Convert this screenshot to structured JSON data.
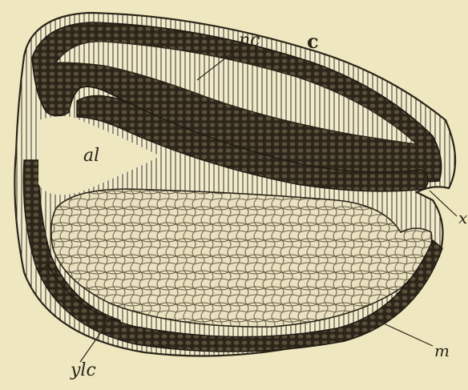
{
  "figure": {
    "labels": {
      "nc": "nc",
      "c": "c",
      "al": "al",
      "x": "x",
      "m": "m",
      "ylc": "ylc"
    }
  }
}
